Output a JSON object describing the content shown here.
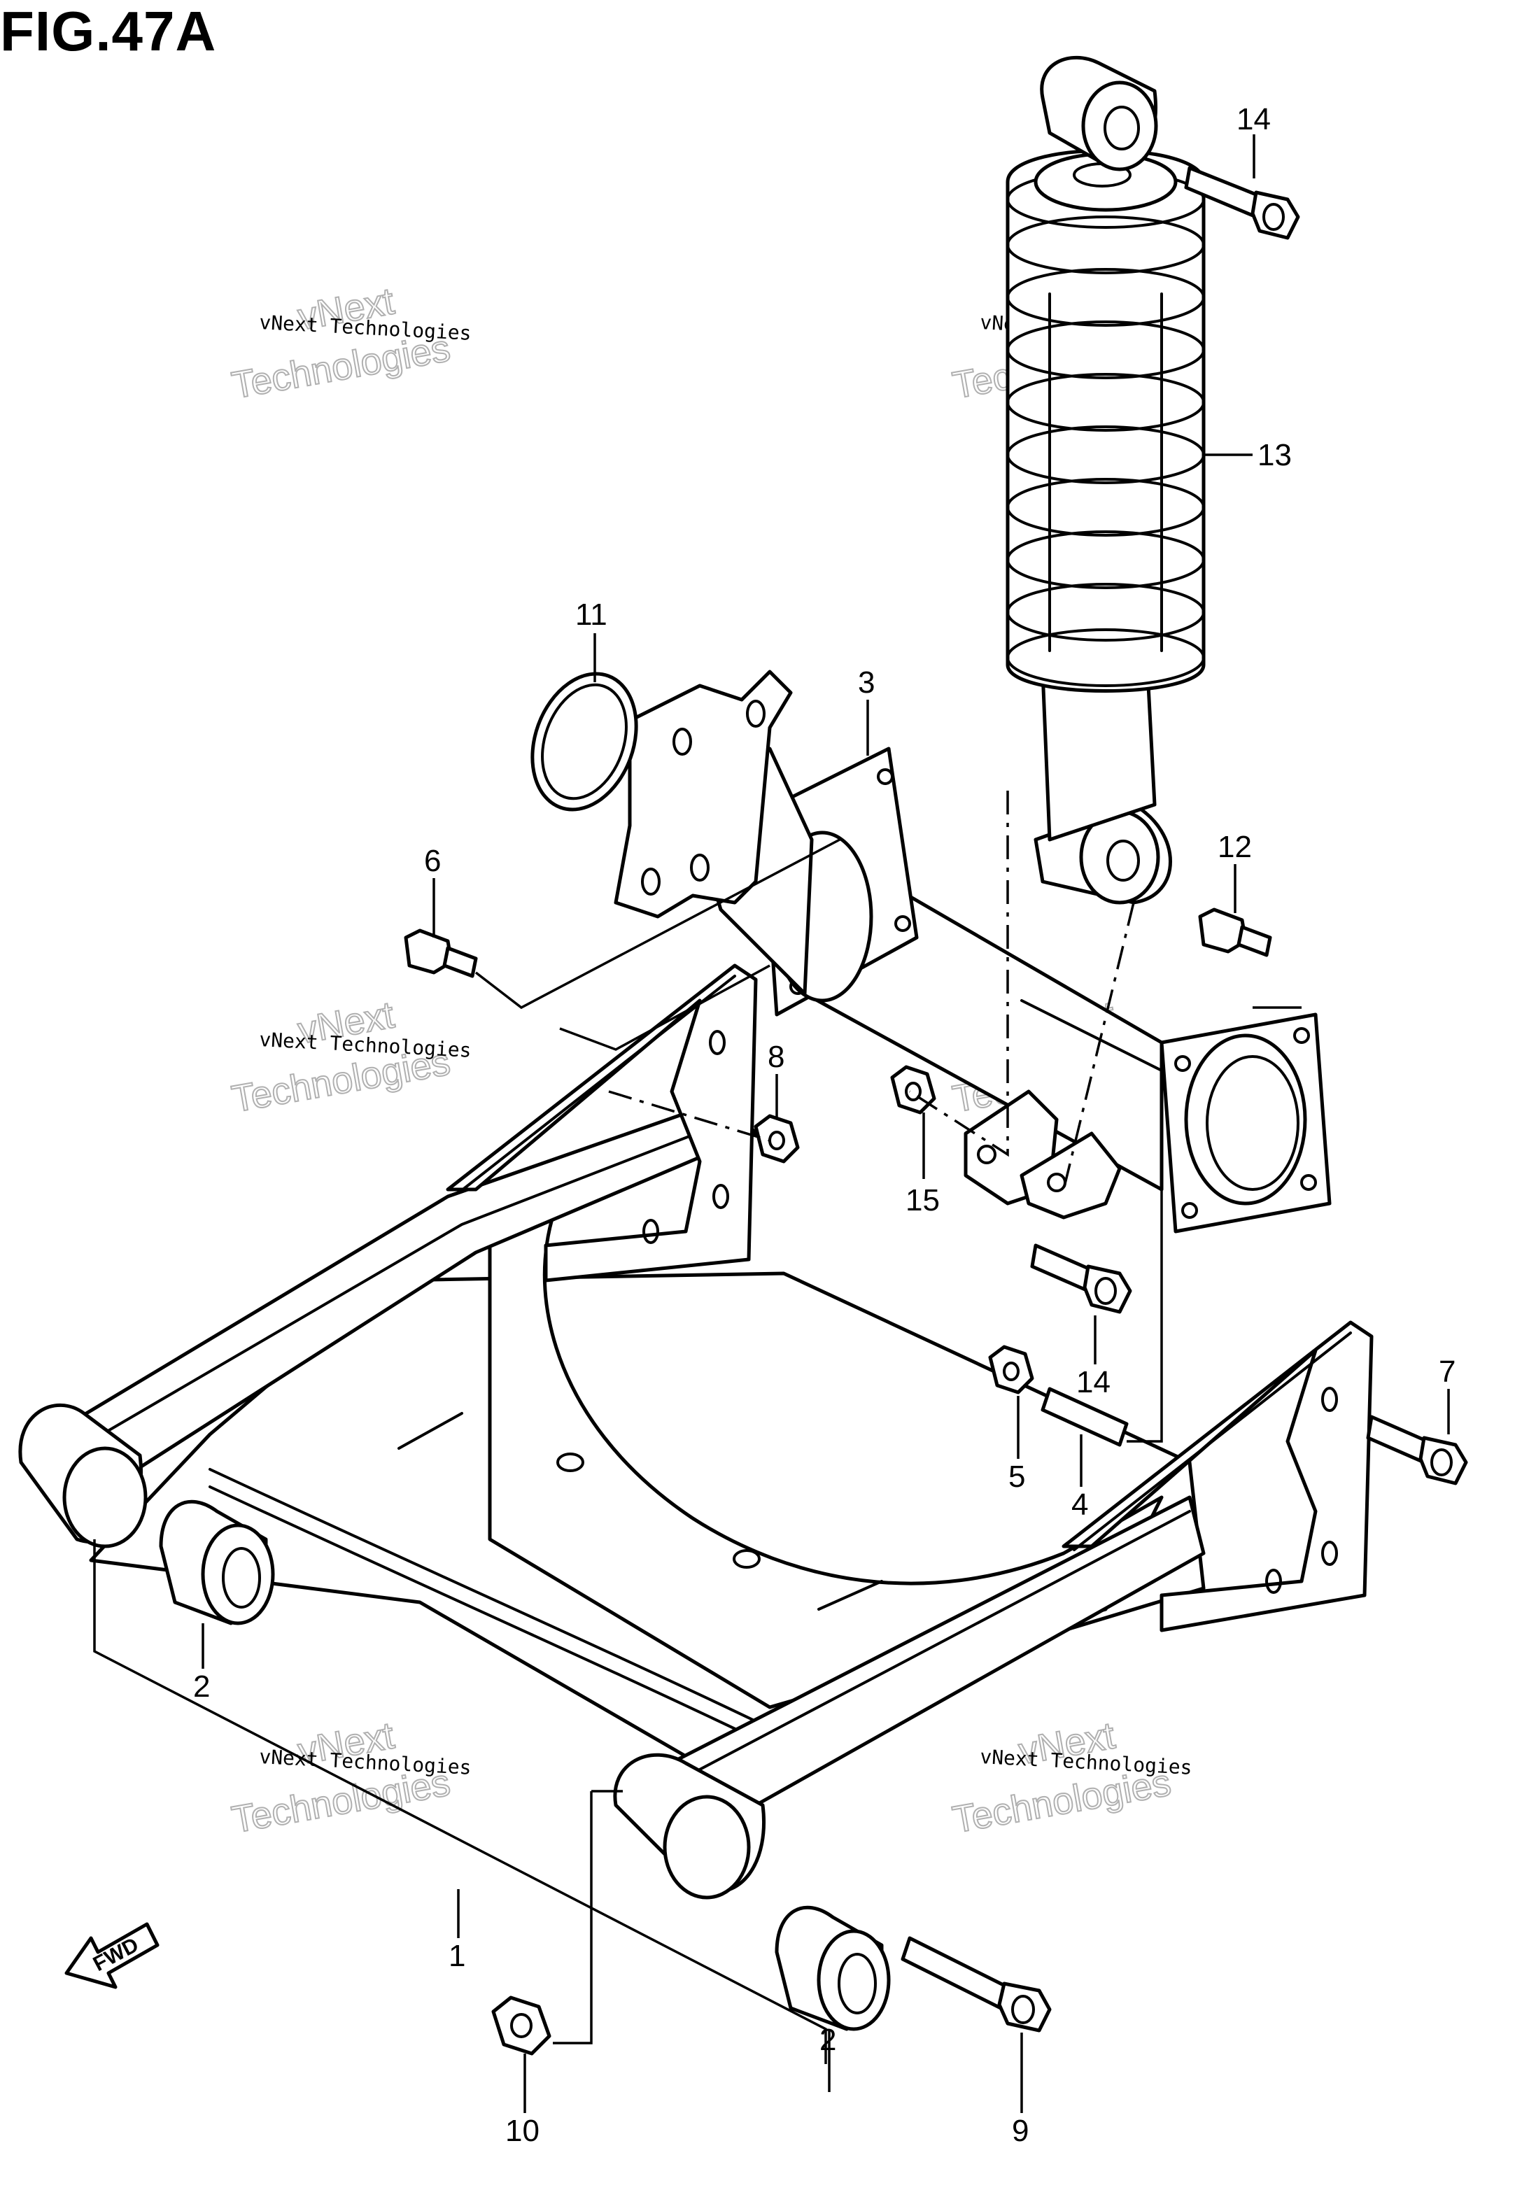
{
  "figure": {
    "title": "FIG.47A"
  },
  "watermark": {
    "line1": "vNext",
    "line2": "Technologies",
    "caption": "vNext Technologies"
  },
  "fwd_label": "FWD",
  "callouts": {
    "c1": "1",
    "c2a": "2",
    "c2b": "2",
    "c3": "3",
    "c4": "4",
    "c5": "5",
    "c6": "6",
    "c7": "7",
    "c8": "8",
    "c9": "9",
    "c10": "10",
    "c11": "11",
    "c12": "12",
    "c13": "13",
    "c14a": "14",
    "c14b": "14",
    "c15": "15"
  }
}
